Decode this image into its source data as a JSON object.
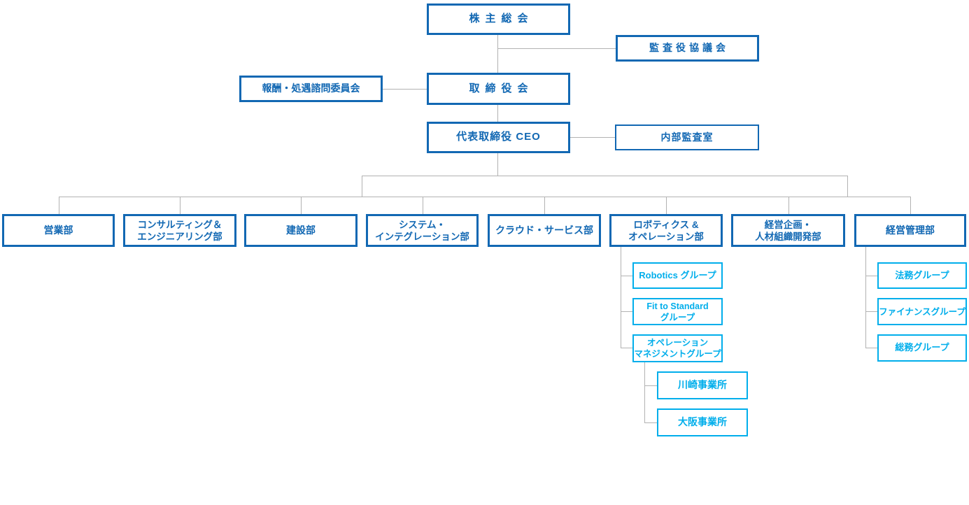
{
  "colors": {
    "primary": "#1268b3",
    "accent": "#00aeeb",
    "line": "#b2b2b2"
  },
  "governance": {
    "shareholders_meeting": "株主総会",
    "audit_officers_council": "監査役協議会",
    "compensation_committee": "報酬・処遇諮問委員会",
    "board_of_directors": "取締役会",
    "ceo": "代表取締役 CEO",
    "internal_audit_office": "内部監査室"
  },
  "departments": [
    {
      "label": [
        "営業部"
      ]
    },
    {
      "label": [
        "コンサルティング＆",
        "エンジニアリング部"
      ]
    },
    {
      "label": [
        "建設部"
      ]
    },
    {
      "label": [
        "システム・",
        "インテグレーション部"
      ]
    },
    {
      "label": [
        "クラウド・サービス部"
      ]
    },
    {
      "label": [
        "ロボティクス &",
        "オペレーション部"
      ]
    },
    {
      "label": [
        "経営企画・",
        "人材組織開発部"
      ]
    },
    {
      "label": [
        "経営管理部"
      ]
    }
  ],
  "robotics_groups": [
    {
      "label": [
        "Robotics グループ"
      ]
    },
    {
      "label": [
        "Fit to Standard",
        "グループ"
      ]
    },
    {
      "label": [
        "オペレーション",
        "マネジメントグループ"
      ]
    }
  ],
  "offices": [
    {
      "label": [
        "川崎事業所"
      ]
    },
    {
      "label": [
        "大阪事業所"
      ]
    }
  ],
  "management_groups": [
    {
      "label": [
        "法務グループ"
      ]
    },
    {
      "label": [
        "ファイナンスグループ"
      ]
    },
    {
      "label": [
        "総務グループ"
      ]
    }
  ]
}
